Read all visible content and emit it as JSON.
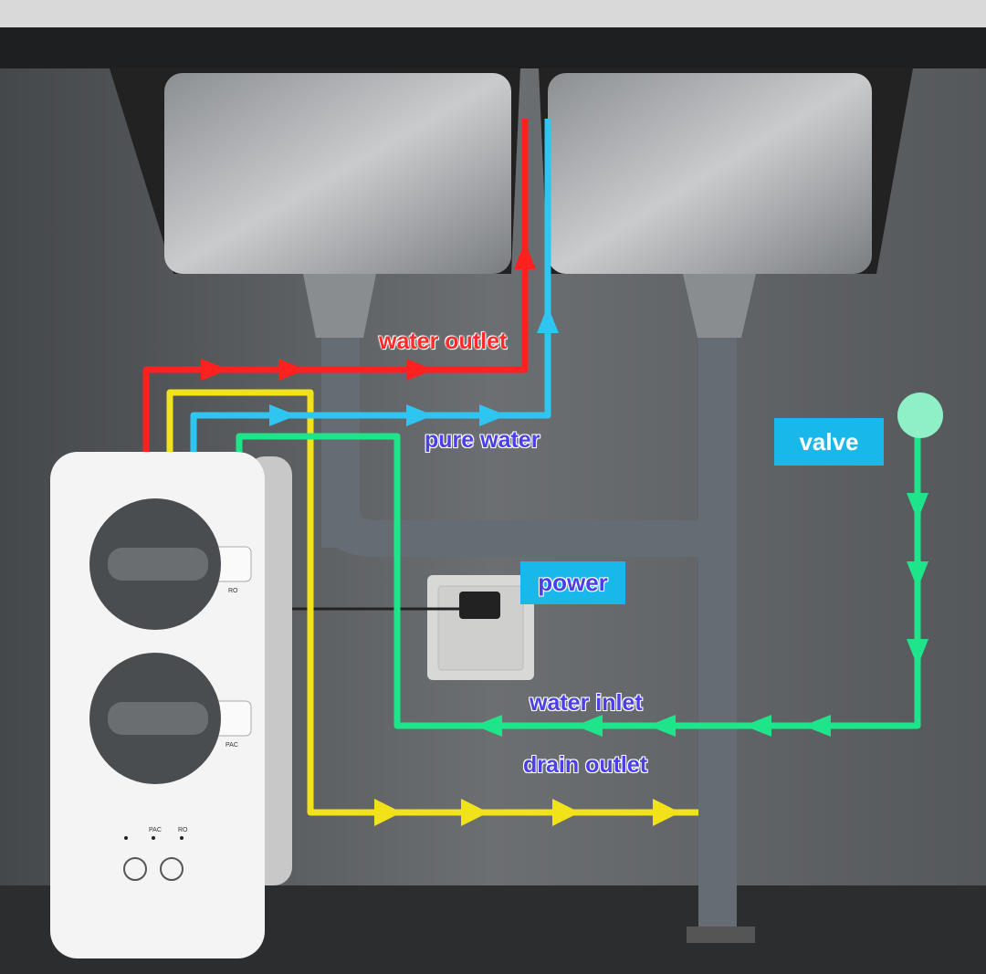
{
  "labels": {
    "water_outlet": "water outlet",
    "pure_water": "pure water",
    "valve": "valve",
    "power": "power",
    "water_inlet": "water inlet",
    "drain_outlet": "drain outlet"
  },
  "filter_unit": {
    "knob_top_label": "RO",
    "knob_bottom_label": "PAC",
    "indicators": [
      "",
      "PAC",
      "RO"
    ]
  },
  "colors": {
    "water_outlet_line": "#ff2020",
    "pure_water_line": "#2ec6f0",
    "water_inlet_line": "#1fe58a",
    "drain_line": "#f2e21a",
    "label_box": "#19b8ea"
  }
}
